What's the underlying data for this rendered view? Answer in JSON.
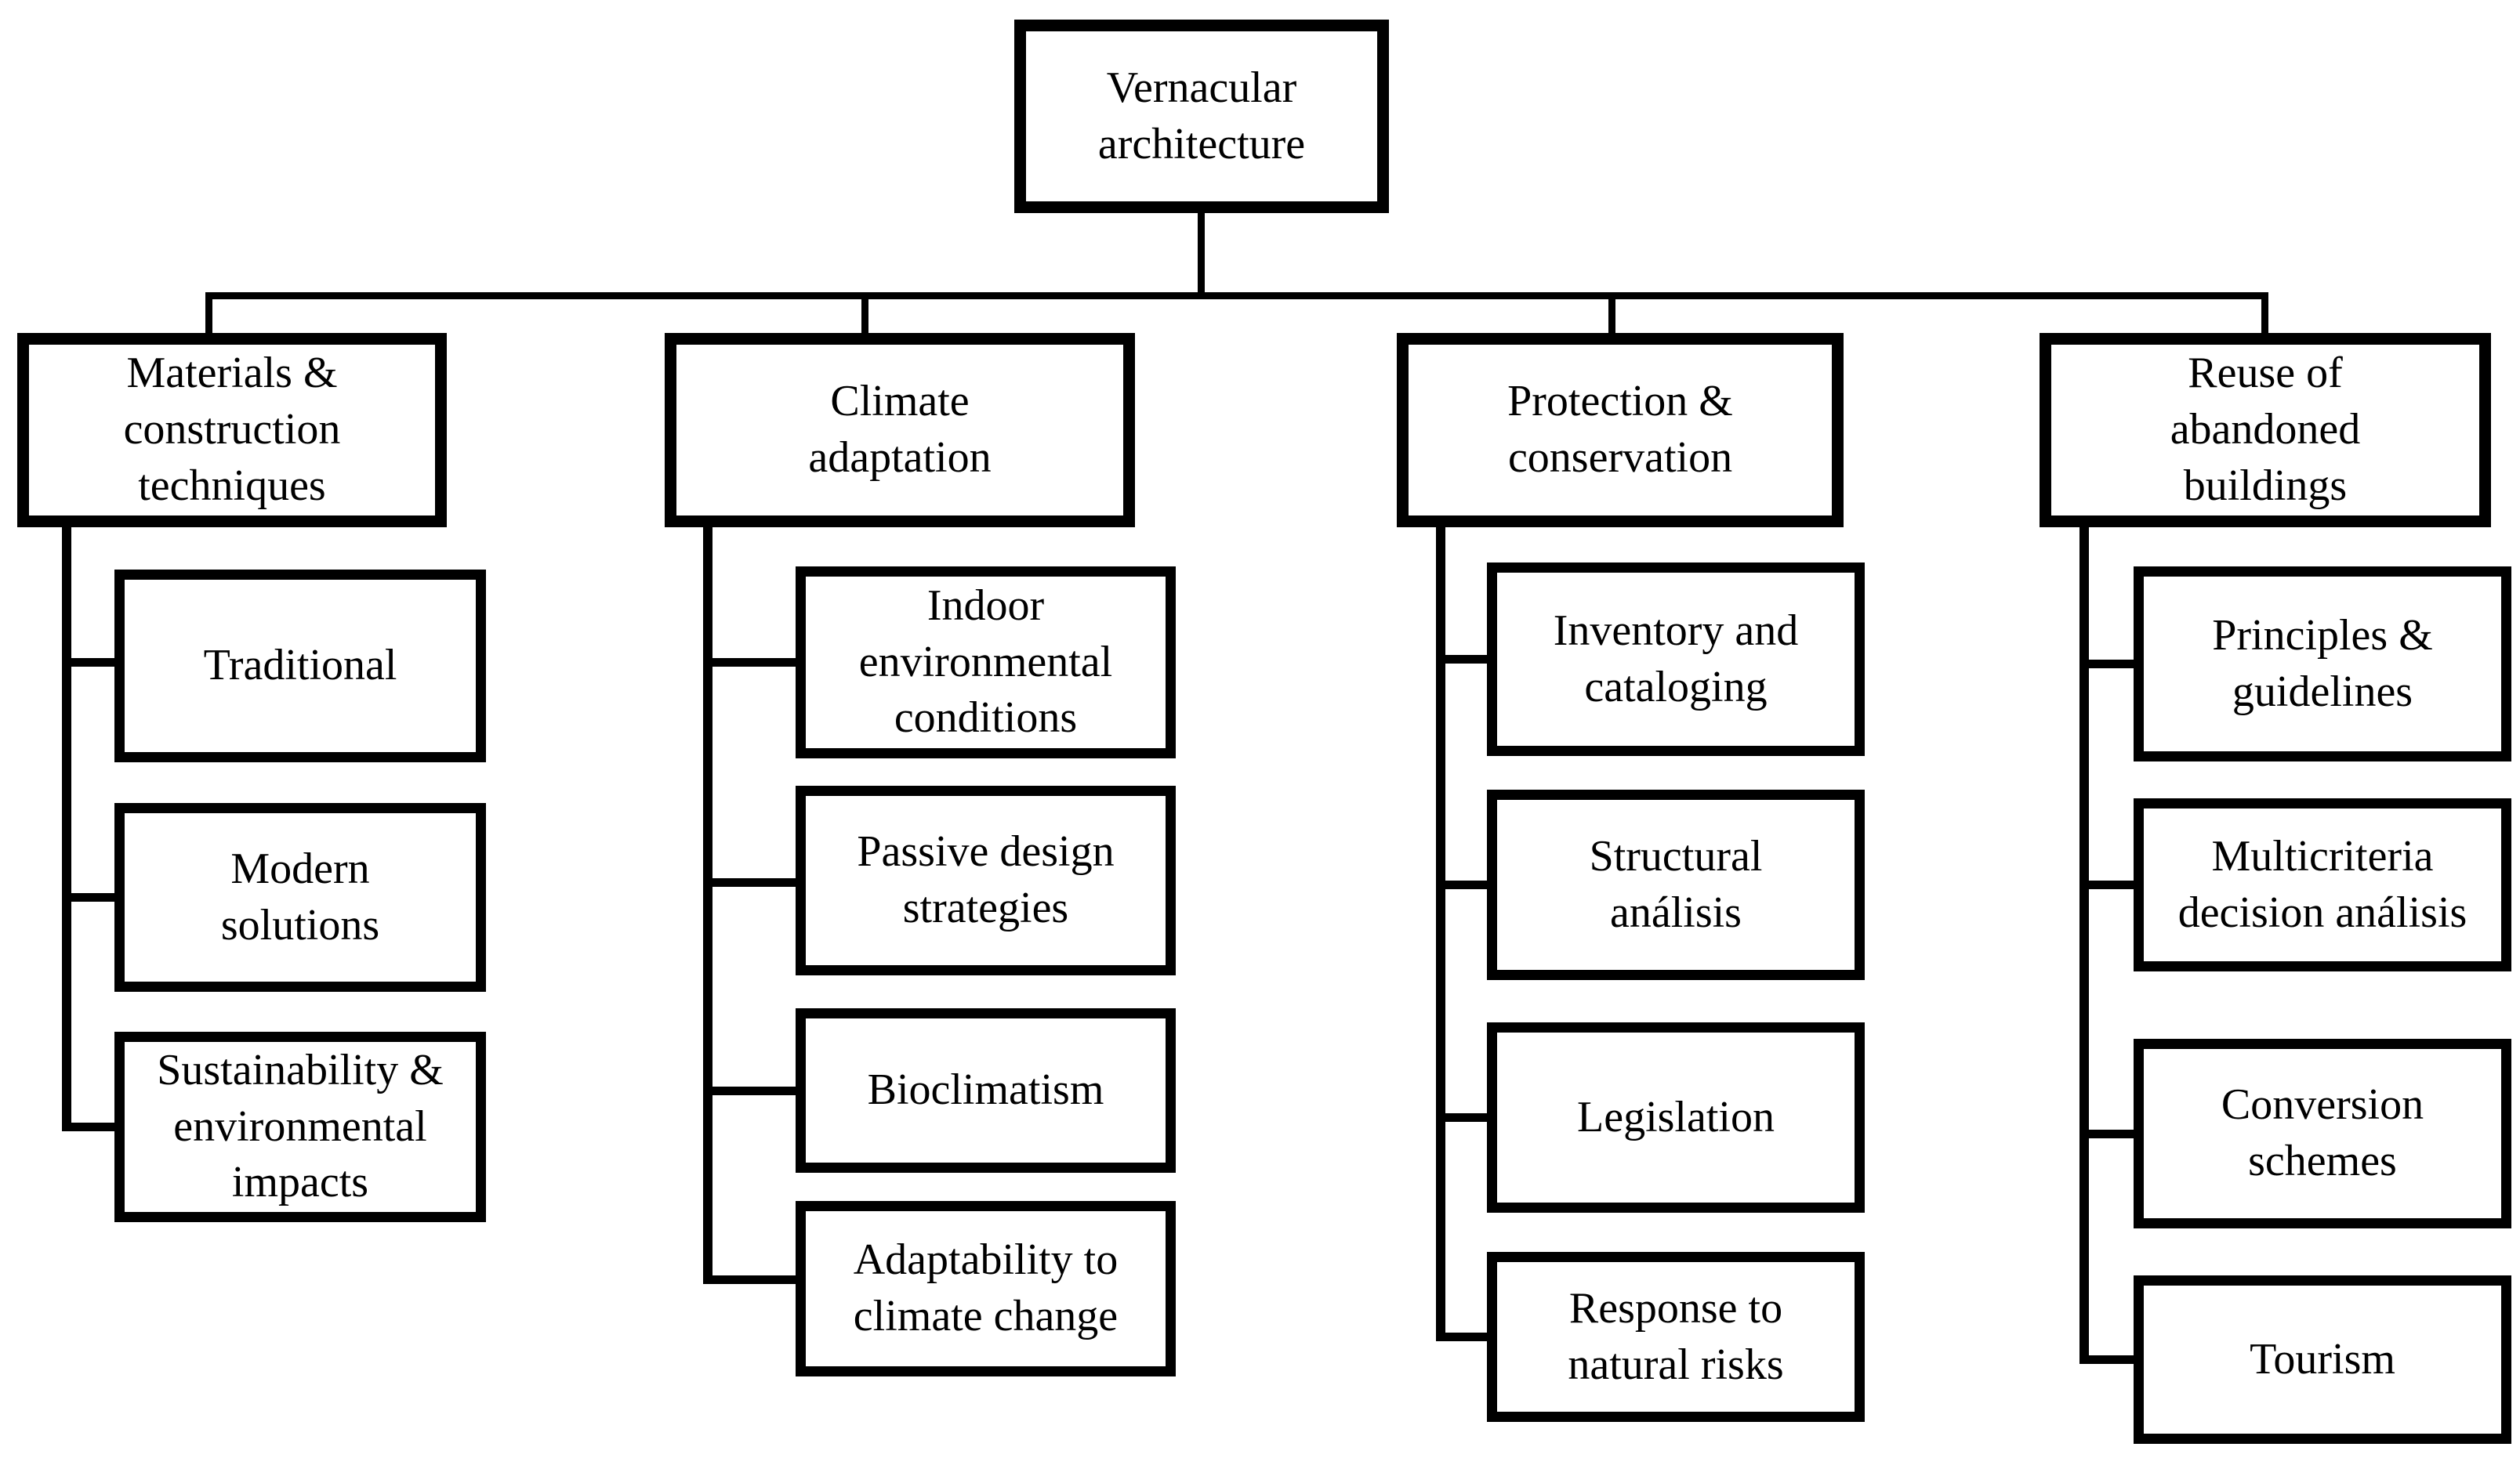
{
  "diagram_type": "tree",
  "colors": {
    "background": "#ffffff",
    "line": "#000000",
    "box_fill": "#ffffff",
    "box_border": "#000000",
    "text": "#000000"
  },
  "root": {
    "label": "Vernacular\narchitecture"
  },
  "branches": [
    {
      "label": "Materials &\nconstruction\ntechniques",
      "children": [
        {
          "label": "Traditional"
        },
        {
          "label": "Modern\nsolutions"
        },
        {
          "label": "Sustainability &\nenvironmental\nimpacts"
        }
      ]
    },
    {
      "label": "Climate\nadaptation",
      "children": [
        {
          "label": "Indoor\nenvironmental\nconditions"
        },
        {
          "label": "Passive design\nstrategies"
        },
        {
          "label": "Bioclimatism"
        },
        {
          "label": "Adaptability to\nclimate change"
        }
      ]
    },
    {
      "label": "Protection &\nconservation",
      "children": [
        {
          "label": "Inventory and\ncataloging"
        },
        {
          "label": "Structural\nanálisis"
        },
        {
          "label": "Legislation"
        },
        {
          "label": "Response to\nnatural risks"
        }
      ]
    },
    {
      "label": "Reuse of\nabandoned\nbuildings",
      "children": [
        {
          "label": "Principles &\nguidelines"
        },
        {
          "label": "Multicriteria\ndecision análisis"
        },
        {
          "label": "Conversion\nschemes"
        },
        {
          "label": "Tourism"
        }
      ]
    }
  ]
}
